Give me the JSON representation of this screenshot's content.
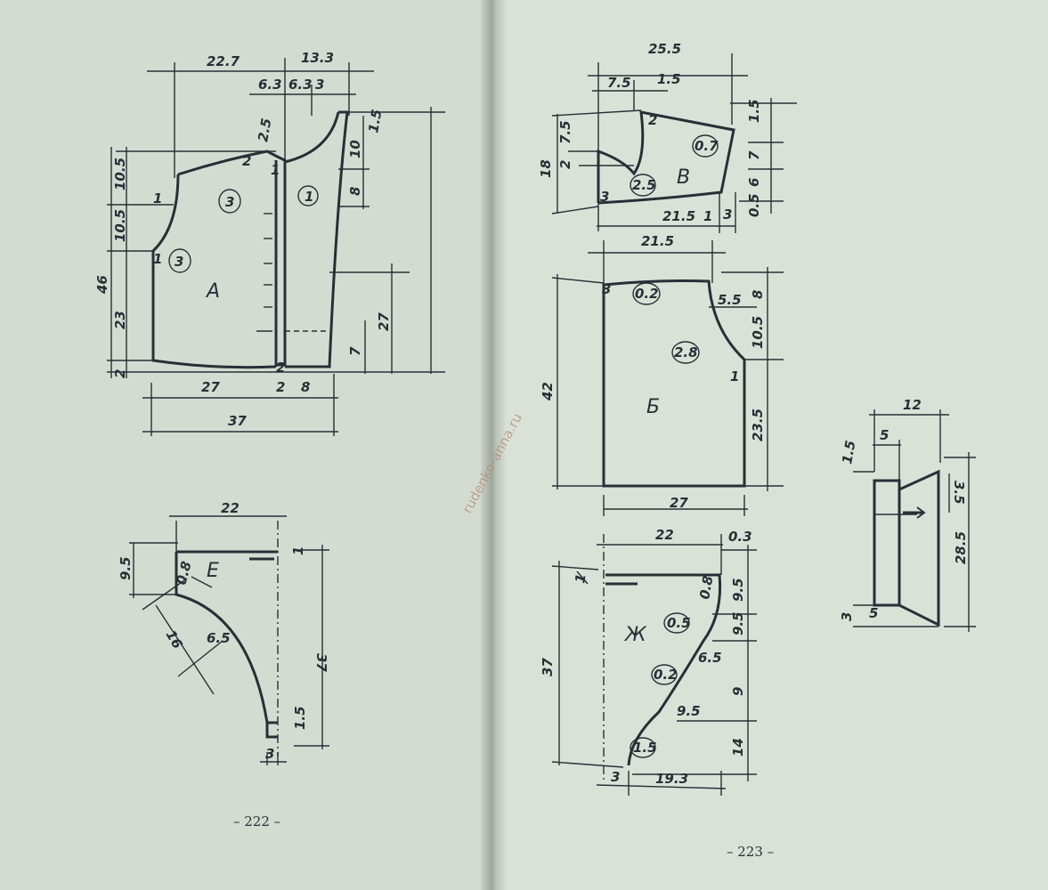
{
  "pages": {
    "left_number": "– 222 –",
    "right_number": "– 223 –"
  },
  "watermark": "rudenko-anna.ru",
  "pieces": {
    "A": {
      "label": "A",
      "dims": [
        "22.7",
        "13.3",
        "6.3",
        "6.3",
        "3",
        "1.5",
        "2.5",
        "10.5",
        "10.5",
        "1",
        "46",
        "23",
        "2",
        "27",
        "2",
        "8",
        "37",
        "10",
        "8",
        "27",
        "7",
        "2",
        "1",
        "1",
        "2"
      ],
      "circles": [
        "3",
        "3",
        "1"
      ]
    },
    "E": {
      "label": "E",
      "dims": [
        "22",
        "9.5",
        "0.8",
        "6.5",
        "16",
        "1",
        "37",
        "1.5",
        "3"
      ]
    },
    "V": {
      "label": "В",
      "dims": [
        "25.5",
        "7.5",
        "1.5",
        "7.5",
        "2",
        "18",
        "1.5",
        "7",
        "6",
        "0.5",
        "21.5",
        "1",
        "3",
        "2",
        "3"
      ],
      "circles": [
        "0.7",
        "2.5"
      ]
    },
    "B": {
      "label": "Б",
      "dims": [
        "21.5",
        "3",
        "5.5",
        "8",
        "42",
        "10.5",
        "1",
        "23.5",
        "27"
      ],
      "circles": [
        "0.2",
        "2.8"
      ]
    },
    "ZH": {
      "label": "Ж",
      "dims": [
        "22",
        "0.3",
        "1",
        "37",
        "0.8",
        "9.5",
        "9.5",
        "6.5",
        "9",
        "9.5",
        "14",
        "3",
        "19.3"
      ],
      "circles": [
        "0.5",
        "0.2",
        "1.5"
      ]
    },
    "pocket": {
      "dims": [
        "12",
        "5",
        "1.5",
        "3.5",
        "28.5",
        "3",
        "5"
      ]
    }
  }
}
